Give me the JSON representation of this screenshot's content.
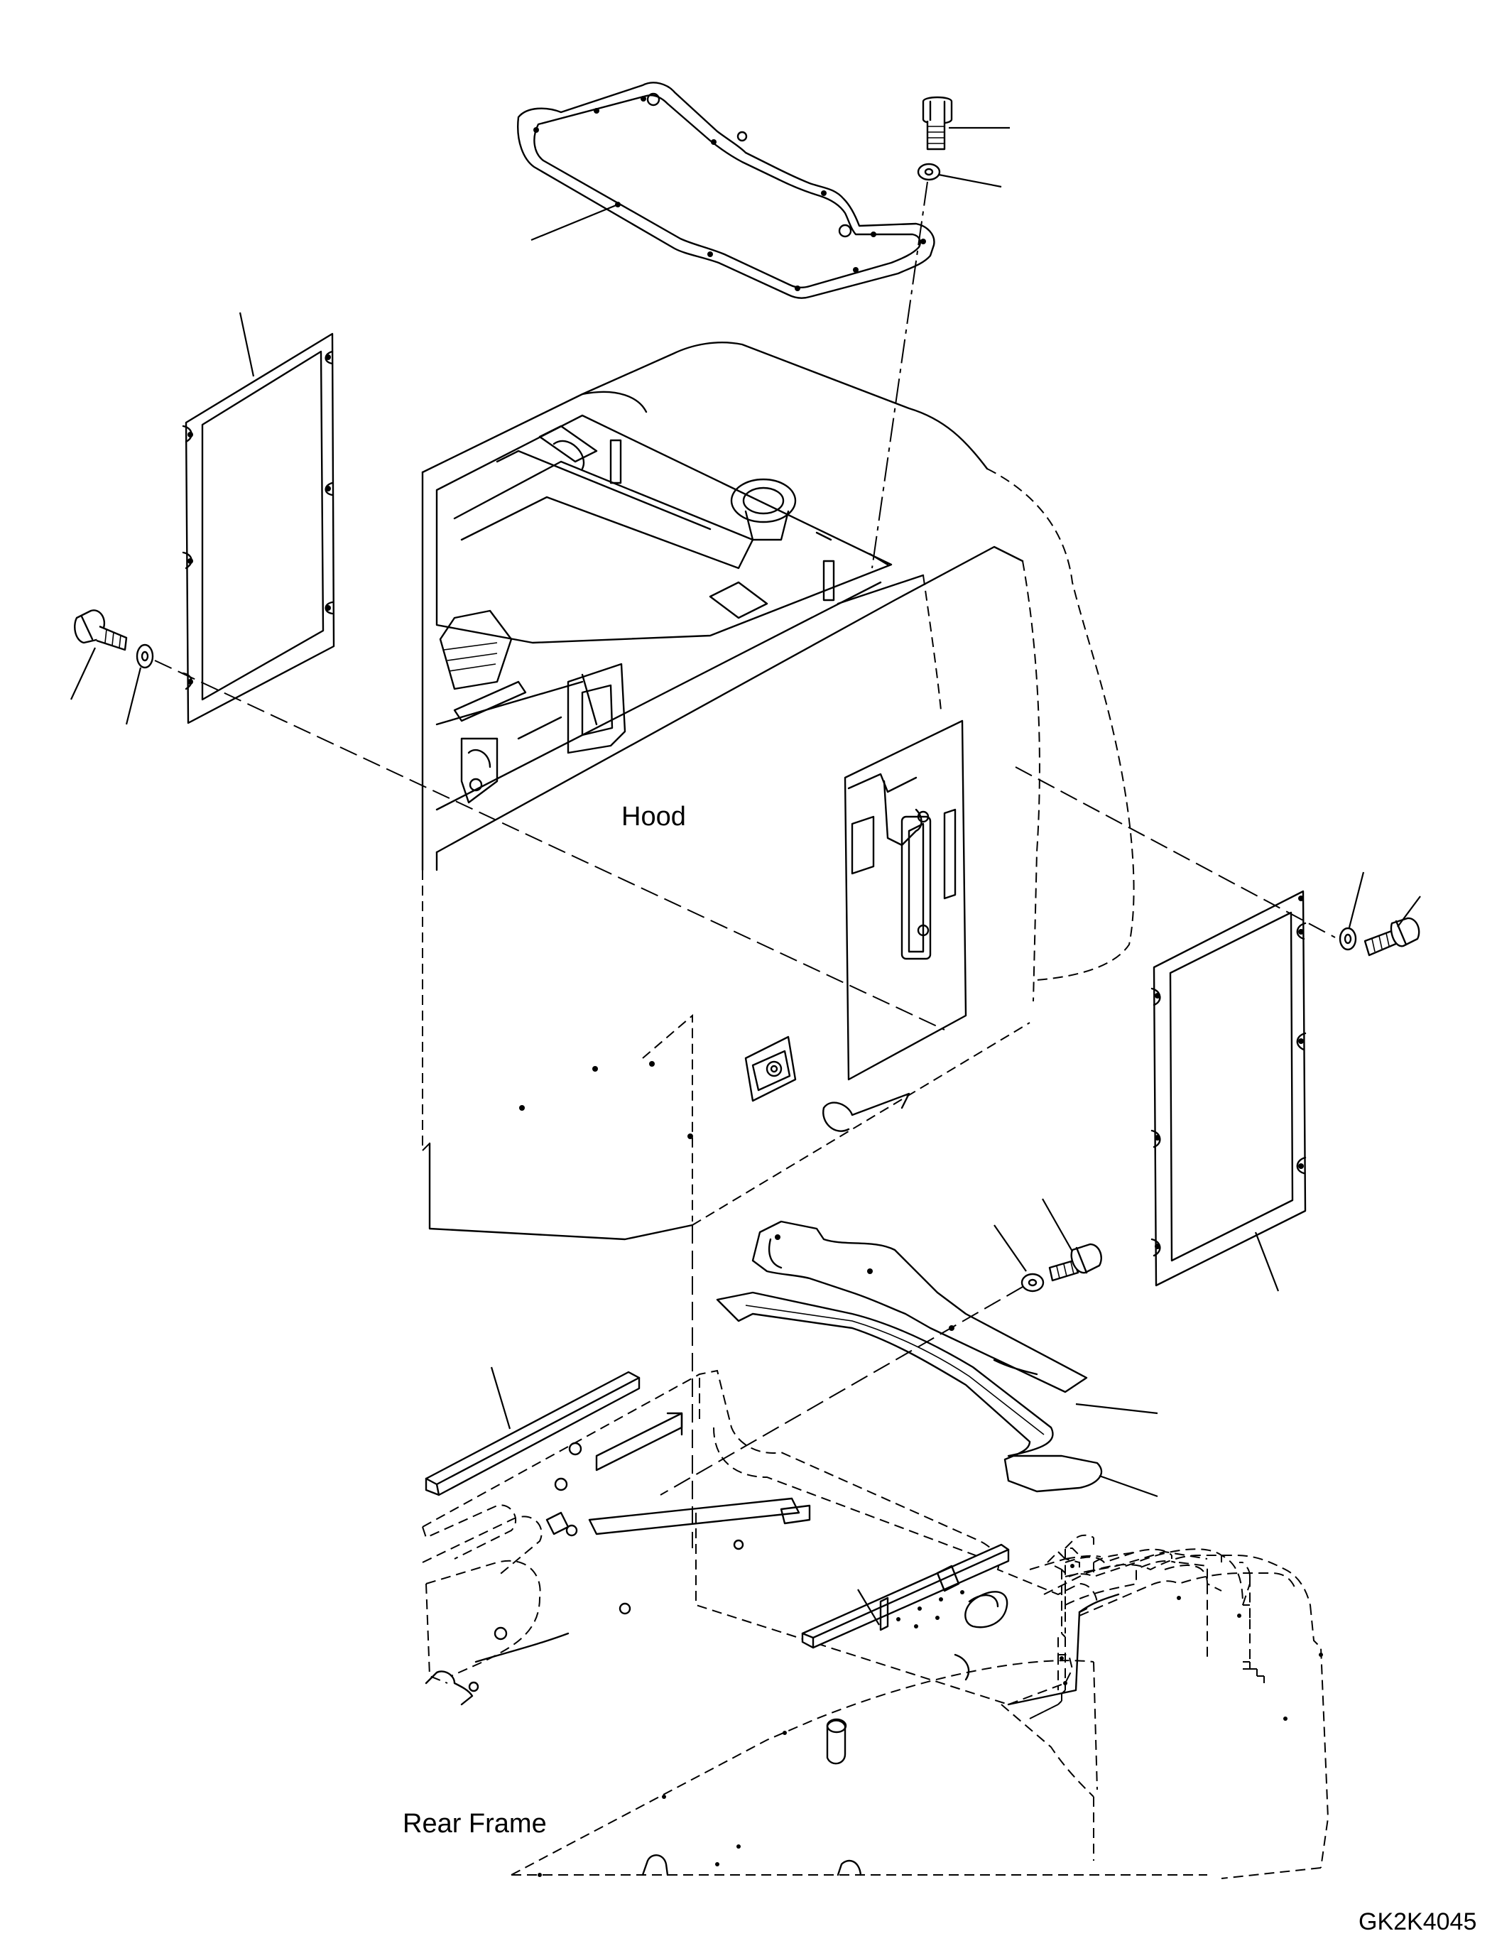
{
  "labels": {
    "hood": "Hood",
    "rear_frame": "Rear Frame",
    "drawing_code": "GK2K4045"
  }
}
